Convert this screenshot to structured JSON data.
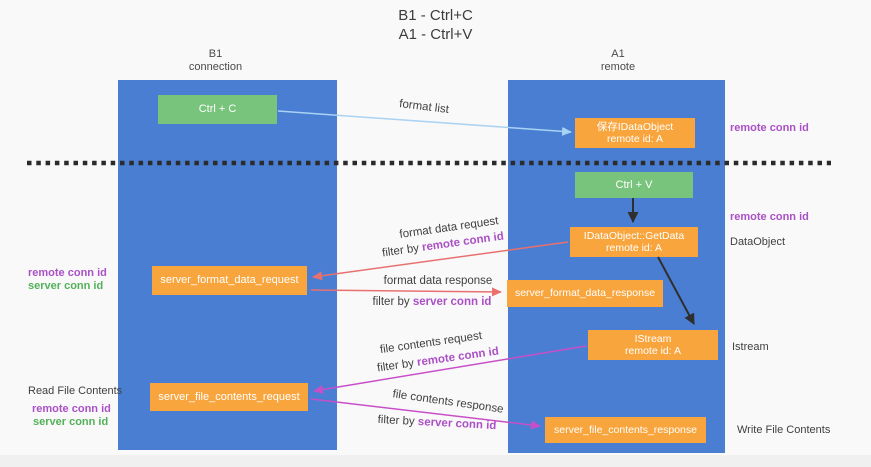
{
  "title": {
    "line1": "B1 - Ctrl+C",
    "line2": "A1 - Ctrl+V"
  },
  "lanes": {
    "b1": {
      "name": "B1",
      "subtitle": "connection"
    },
    "a1": {
      "name": "A1",
      "subtitle": "remote"
    }
  },
  "nodes": {
    "ctrl_c": {
      "label": "Ctrl + C"
    },
    "save_dataobject": {
      "line1": "保存IDataObject",
      "line2": "remote id: A"
    },
    "ctrl_v": {
      "label": "Ctrl + V"
    },
    "getdata": {
      "line1": "IDataObject::GetData",
      "line2": "remote id: A"
    },
    "format_request": {
      "label": "server_format_data_request"
    },
    "format_response": {
      "label": "server_format_data_response"
    },
    "istream": {
      "line1": "IStream",
      "line2": "remote id: A"
    },
    "file_request": {
      "label": "server_file_contents_request"
    },
    "file_response": {
      "label": "server_file_contents_response"
    }
  },
  "flow_labels": {
    "format_list": "format list",
    "format_data_request": "format data request",
    "format_data_response": "format data response",
    "file_contents_request": "file contents request",
    "file_contents_response": "file contents response",
    "filter_by": "filter by ",
    "remote_conn_id": "remote conn id",
    "server_conn_id": "server conn id"
  },
  "side_labels": {
    "right_remote_conn_id_1": "remote conn id",
    "right_remote_conn_id_2": "remote conn id",
    "dataobject": "DataObject",
    "istream": "Istream",
    "write_file_contents": "Write File Contents",
    "left_remote_conn_id_1": "remote conn id",
    "left_server_conn_id_1": "server conn id",
    "read_file_contents": "Read File Contents",
    "left_remote_conn_id_2": "remote conn id",
    "left_server_conn_id_2": "server conn id"
  },
  "colors": {
    "lane_blue": "#4a7ed3",
    "node_green": "#79c47c",
    "node_orange": "#f8a53d",
    "arrow_lightblue": "#a9d2f3",
    "arrow_salmon": "#e87170",
    "arrow_magenta": "#c84fc8",
    "arrow_black": "#2f2f2f",
    "dashed_divider": "#2b2b2b",
    "text_purple": "#ab50c6",
    "text_green": "#53b159",
    "text_dark": "#3f3f3f"
  }
}
